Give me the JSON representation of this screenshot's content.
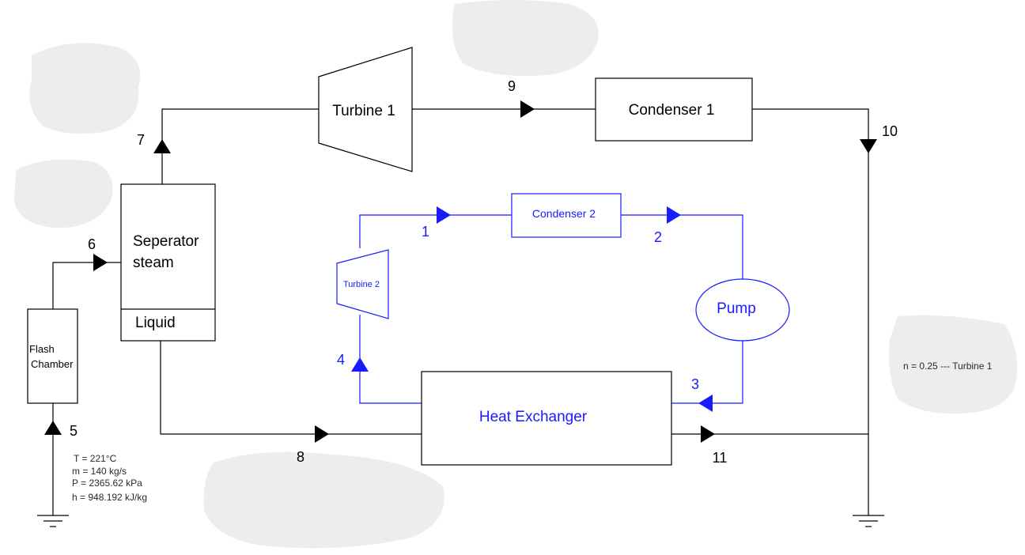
{
  "colors": {
    "primary_loop": "#000000",
    "secondary_loop": "#1a1aff",
    "background": "#ffffff",
    "smudge": "#ededed"
  },
  "components": {
    "turbine1": "Turbine 1",
    "condenser1": "Condenser 1",
    "separator_line1": "Seperator",
    "separator_line2": "steam",
    "separator_liquid": "Liquid",
    "flash_line1": "Flash",
    "flash_line2": "Chamber",
    "condenser2": "Condenser 2",
    "turbine2": "Turbine 2",
    "pump": "Pump",
    "heat_exchanger": "Heat Exchanger"
  },
  "state_points": {
    "p1": "1",
    "p2": "2",
    "p3": "3",
    "p4": "4",
    "p5": "5",
    "p6": "6",
    "p7": "7",
    "p8": "8",
    "p9": "9",
    "p10": "10",
    "p11": "11"
  },
  "inlet_conditions": {
    "temperature": "T = 221°C",
    "mass_flow": "m = 140 kg/s",
    "pressure": "P = 2365.62 kPa",
    "enthalpy": "h = 948.192 kJ/kg"
  },
  "note": "n = 0.25 --- Turbine 1",
  "icons": [
    "ground-symbol-icon",
    "flow-arrow-icon"
  ]
}
